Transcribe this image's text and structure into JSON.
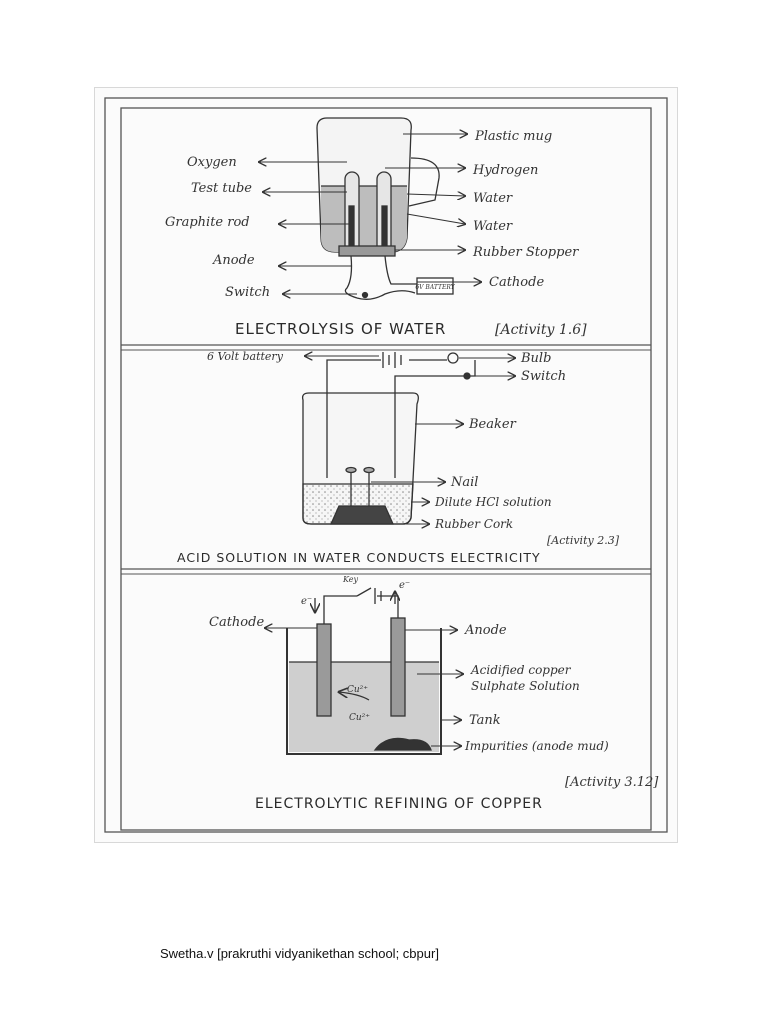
{
  "panels": [
    {
      "title": "ELECTROLYSIS OF WATER",
      "activity": "[Activity 1.6]",
      "left_labels": [
        "Oxygen",
        "Test tube",
        "Graphite rod",
        "Anode",
        "Switch"
      ],
      "right_labels": [
        "Plastic mug",
        "Hydrogen",
        "Water",
        "Water",
        "Rubber Stopper",
        "Cathode"
      ],
      "battery_label": "6V BATTERY"
    },
    {
      "title": "ACID SOLUTION IN WATER CONDUCTS ELECTRICITY",
      "activity": "[Activity 2.3]",
      "left_labels": [
        "6 Volt battery"
      ],
      "right_labels": [
        "Bulb",
        "Switch",
        "Beaker",
        "Nail",
        "Dilute HCl solution",
        "Rubber Cork"
      ]
    },
    {
      "title": "ELECTROLYTIC REFINING OF COPPER",
      "activity": "[Activity 3.12]",
      "left_labels": [
        "Cathode"
      ],
      "right_labels": [
        "Anode",
        "Acidified copper",
        "Sulphate Solution",
        "Tank",
        "Impurities (anode mud)"
      ],
      "circuit_labels": [
        "Key",
        "e⁻",
        "e⁻",
        "Cu²⁺",
        "Cu²⁺"
      ]
    }
  ],
  "caption": "Swetha.v [prakruthi vidyanikethan school; cbpur]"
}
